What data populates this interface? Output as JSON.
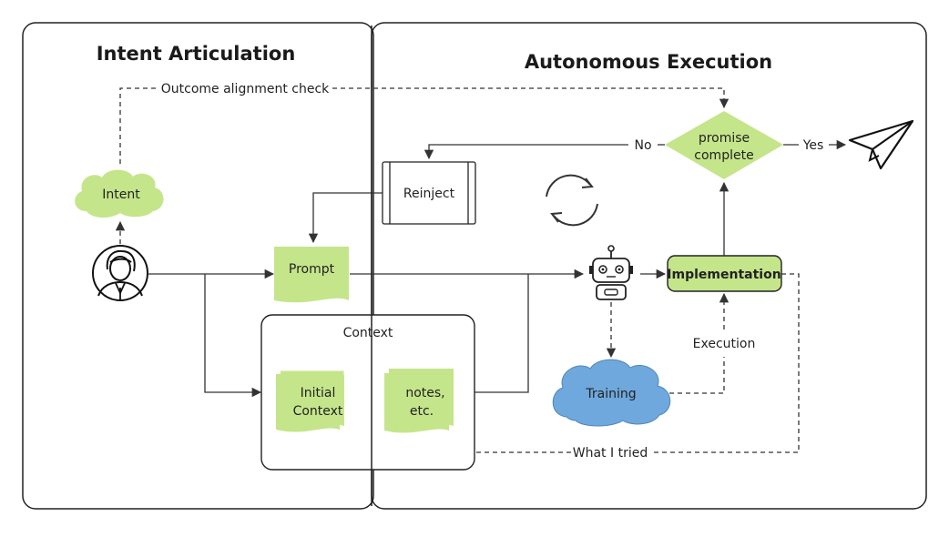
{
  "panels": {
    "left_title": "Intent Articulation",
    "right_title": "Autonomous Execution"
  },
  "nodes": {
    "intent": "Intent",
    "prompt": "Prompt",
    "reinject": "Reinject",
    "context_title": "Context",
    "initial_context_line1": "Initial",
    "initial_context_line2": "Context",
    "notes_line1": "notes,",
    "notes_line2": "etc.",
    "decision_line1": "promise",
    "decision_line2": "complete",
    "implementation": "Implementation",
    "training": "Training"
  },
  "edges": {
    "outcome_check": "Outcome alignment check",
    "no": "No",
    "yes": "Yes",
    "execution": "Execution",
    "what_i_tried": "What I tried"
  },
  "colors": {
    "green": "#c5e58a",
    "blue": "#6fa8dc",
    "stroke": "#333333"
  },
  "icons": [
    "user-avatar-icon",
    "robot-icon",
    "refresh-cycle-icon",
    "paper-plane-icon"
  ]
}
